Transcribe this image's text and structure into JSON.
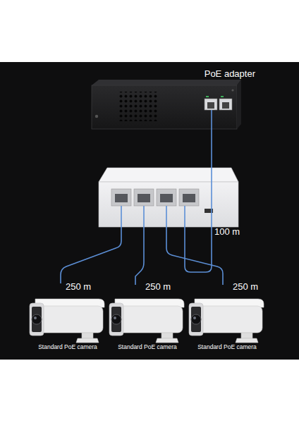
{
  "diagram": {
    "nodes": [
      {
        "text": [
          "PoE adapter"
        ]
      },
      {
        "text": [
          "Standard PoE camera"
        ]
      },
      {
        "text": [
          "Standard PoE camera"
        ]
      },
      {
        "text": [
          "Standard PoE camera"
        ]
      }
    ],
    "labels": [
      "100 m",
      "250 m",
      "250 m",
      "250 m"
    ]
  }
}
